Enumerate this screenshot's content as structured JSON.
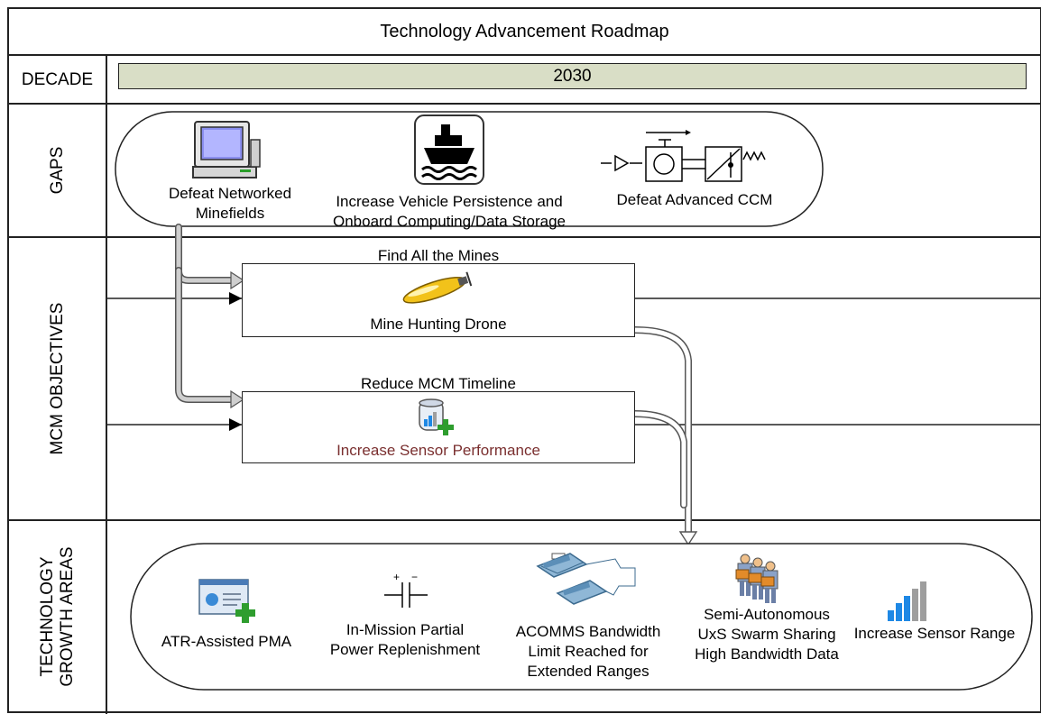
{
  "title": "Technology Advancement Roadmap",
  "rows": {
    "decade": "DECADE",
    "gaps": "GAPS",
    "objectives": "MCM OBJECTIVES",
    "growth_line1": "TECHNOLOGY",
    "growth_line2": "GROWTH AREAS"
  },
  "decade_value": "2030",
  "gaps": [
    {
      "line1": "Defeat Networked",
      "line2": "Minefields",
      "icon": "computer-icon"
    },
    {
      "line1": "Increase Vehicle Persistence and",
      "line2": "Onboard Computing/Data Storage",
      "icon": "ship-icon"
    },
    {
      "line1": "Defeat Advanced CCM",
      "icon": "circuit-schematic-icon"
    }
  ],
  "objectives": [
    {
      "heading": "Find All the Mines",
      "label": "Mine Hunting Drone",
      "icon": "drone-icon"
    },
    {
      "heading": "Reduce MCM Timeline",
      "label": "Increase Sensor Performance",
      "icon": "sensor-database-icon",
      "label_color": "#7a2f2f"
    }
  ],
  "growth_areas": [
    {
      "line1": "ATR-Assisted PMA",
      "icon": "monitor-add-icon"
    },
    {
      "line1": "In-Mission Partial",
      "line2": "Power Replenishment",
      "icon": "capacitor-icon"
    },
    {
      "line1": "ACOMMS Bandwidth",
      "line2": "Limit Reached for",
      "line3": "Extended Ranges",
      "icon": "telephones-icon"
    },
    {
      "line1": "Semi-Autonomous",
      "line2": "UxS Swarm Sharing",
      "line3": "High Bandwidth Data",
      "icon": "swarm-people-icon"
    },
    {
      "line1": "Increase Sensor Range",
      "icon": "signal-bars-icon"
    }
  ],
  "colors": {
    "decade_bar": "#d9dec6",
    "objective_label_red": "#7a2f2f",
    "signal_blue": "#1e88e5",
    "signal_gray": "#9e9e9e"
  }
}
